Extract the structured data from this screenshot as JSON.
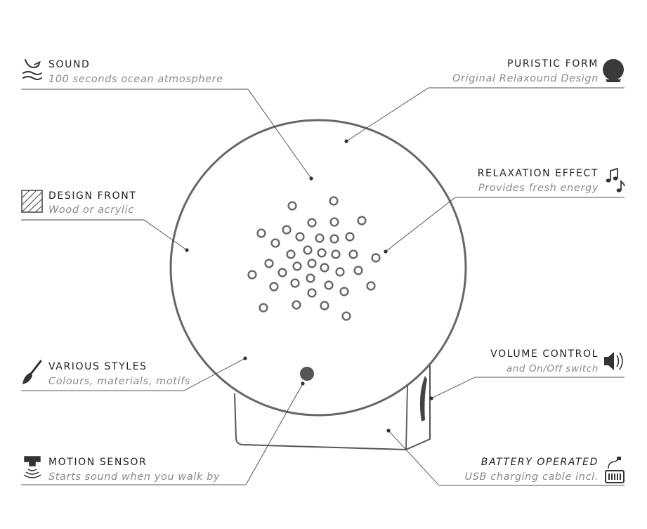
{
  "features": {
    "sound": {
      "title": "SOUND",
      "subtitle": "100 seconds ocean atmosphere",
      "icon": "wave-bird-icon"
    },
    "form": {
      "title": "PURISTIC FORM",
      "subtitle": "Original Relaxound Design",
      "icon": "dark-circle-icon"
    },
    "design": {
      "title": "DESIGN FRONT",
      "subtitle": "Wood or acrylic",
      "icon": "hatched-square-icon"
    },
    "relaxation": {
      "title": "RELAXATION EFFECT",
      "subtitle": "Provides fresh energy",
      "icon": "music-notes-icon"
    },
    "styles": {
      "title": "VARIOUS STYLES",
      "subtitle": "Colours, materials, motifs",
      "icon": "paintbrush-icon"
    },
    "volume": {
      "title": "VOLUME CONTROL",
      "subtitle": "and On/Off switch",
      "icon": "speaker-icon"
    },
    "motion": {
      "title": "MOTION SENSOR",
      "subtitle": "Starts sound when you walk by",
      "icon": "motion-sensor-icon"
    },
    "battery": {
      "title": "BATTERY OPERATED",
      "subtitle": "USB charging cable incl.",
      "icon": "battery-icon"
    }
  },
  "colors": {
    "ink": "#444444",
    "text": "#222222",
    "subtext": "#8a8a8a",
    "sensor": "#555555"
  }
}
